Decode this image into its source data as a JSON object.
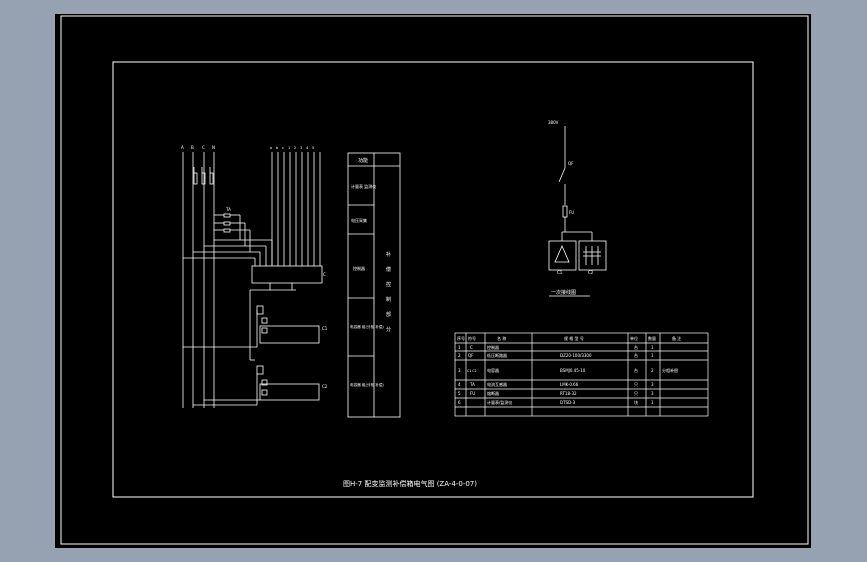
{
  "drawing": {
    "title": "图H-7  配变监测补偿箱电气图 (ZA-4-0-07)",
    "colors": {
      "viewport_bg": "#96a2b2",
      "sheet_bg": "#000000",
      "line": "#ffffff"
    }
  },
  "schematic": {
    "bus_labels": [
      "A",
      "B",
      "C",
      "N"
    ],
    "terminal_labels": [
      "a",
      "b",
      "c",
      "1",
      "2",
      "3",
      "4",
      "5",
      "6",
      "7"
    ],
    "ct_label": "TA",
    "device_tags": [
      "C",
      "C1",
      "C2"
    ]
  },
  "function_column": {
    "header": "功能",
    "rows": [
      "计量表 监测仪",
      "电压采集",
      "控制器",
      "电容器 组(分相 补偿)",
      "电容器 组(分相 补偿)"
    ],
    "side_labels": [
      "补",
      "偿",
      "控",
      "制",
      "部",
      "分"
    ]
  },
  "single_line": {
    "source_label": "380V",
    "breaker_label": "QF",
    "fuse_label": "FU",
    "unit_labels": [
      "C1",
      "C2"
    ],
    "caption": "一次接线图"
  },
  "material_table": {
    "headers": [
      "序号",
      "符号",
      "名  称",
      "规 格 型 号",
      "单位",
      "数量",
      "备  注"
    ],
    "rows": [
      [
        "1",
        "C",
        "控制器",
        "",
        "台",
        "1",
        ""
      ],
      [
        "2",
        "QF",
        "低压断路器",
        "DZ20-100/3300",
        "台",
        "1",
        ""
      ],
      [
        "3",
        "C1 C2",
        "电容器",
        "BSMJ0.45-10",
        "台",
        "2",
        "分相补偿"
      ],
      [
        "4",
        "TA",
        "电流互感器",
        "LMK-0.66",
        "只",
        "3",
        ""
      ],
      [
        "5",
        "FU",
        "熔断器",
        "RT18-32",
        "只",
        "3",
        ""
      ],
      [
        "6",
        "",
        "计量表/监测仪",
        "DTSD-3",
        "块",
        "1",
        ""
      ]
    ]
  }
}
